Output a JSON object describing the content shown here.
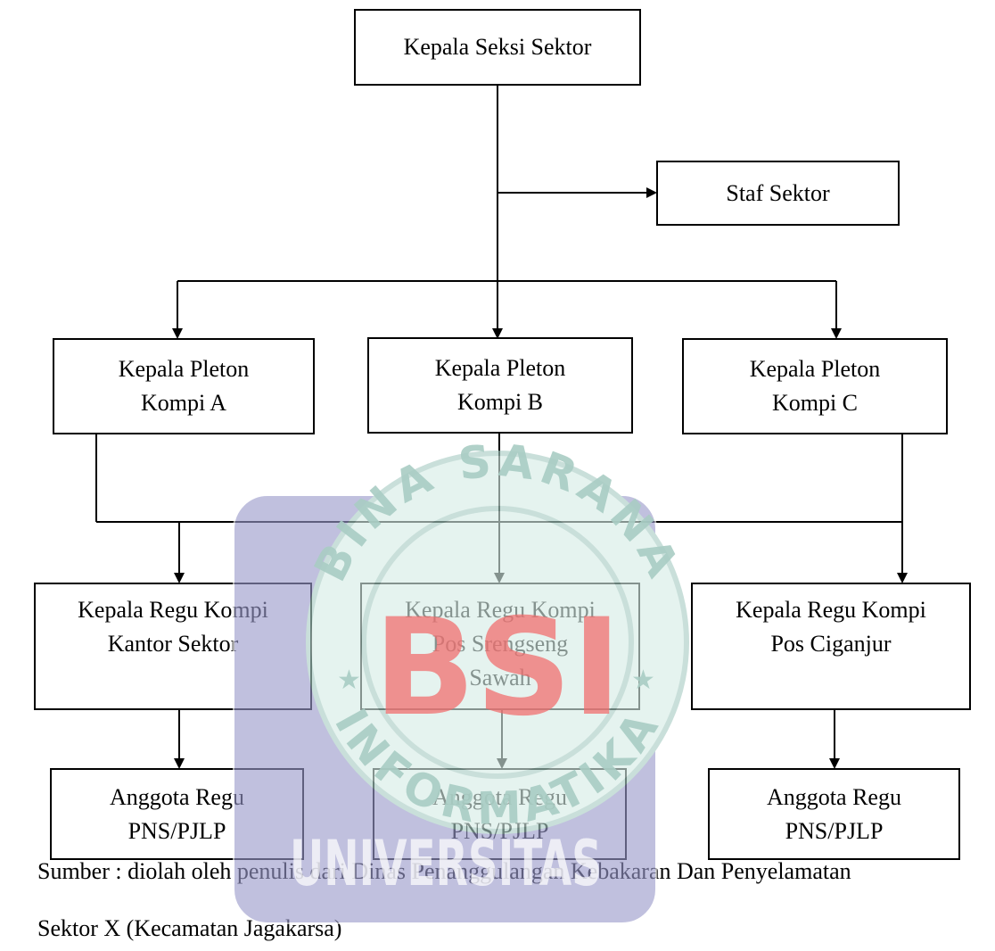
{
  "nodes": {
    "kepala_seksi": "Kepala Seksi Sektor",
    "staf_sektor": "Staf Sektor",
    "pleton_a": "Kepala Pleton\nKompi A",
    "pleton_b": "Kepala Pleton\nKompi B",
    "pleton_c": "Kepala Pleton\nKompi C",
    "regu_kantor": "Kepala Regu Kompi\nKantor Sektor",
    "regu_srengseng": "Kepala Regu Kompi\nPos Srengseng\nSawah",
    "regu_ciganjur": "Kepala Regu Kompi\nPos Ciganjur",
    "anggota_1": "Anggota Regu\nPNS/PJLP",
    "anggota_2": "Anggota Regu\nPNS/PJLP",
    "anggota_3": "Anggota Regu\nPNS/PJLP"
  },
  "caption": {
    "line1": "Sumber : diolah oleh penulis dari Dinas Penanggulangan Kebakaran Dan Penyelamatan",
    "line2": "Sektor X (Kecamatan Jagakarsa)"
  },
  "watermark": {
    "top_text": "BINA SARANA",
    "bottom_text": "INFORMATIKA",
    "logo_text": "BSI",
    "banner_text": "UNIVERSITAS",
    "panel_color": "#9a9acb",
    "seal_color": "#d6ece6",
    "logo_color": "#f26b6b"
  }
}
